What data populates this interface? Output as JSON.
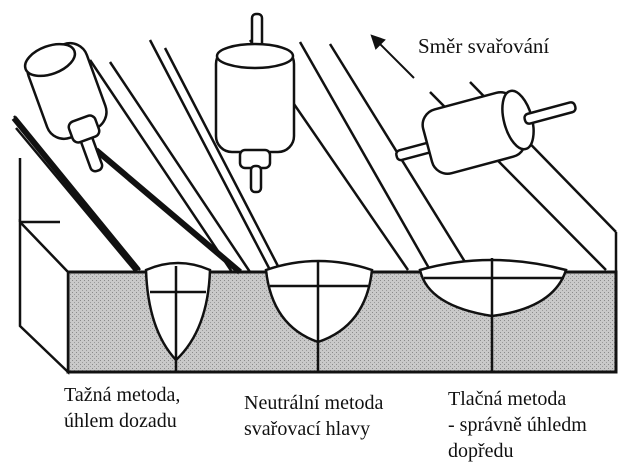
{
  "direction_label": "Směr svařování",
  "captions": {
    "backhand": [
      "Tažná metoda,",
      "úhlem dozadu"
    ],
    "neutral": [
      "Neutrální metoda",
      "svařovací hlavy"
    ],
    "forehand": [
      "Tlačná metoda",
      "- správně úhledm",
      "dopředu"
    ]
  }
}
